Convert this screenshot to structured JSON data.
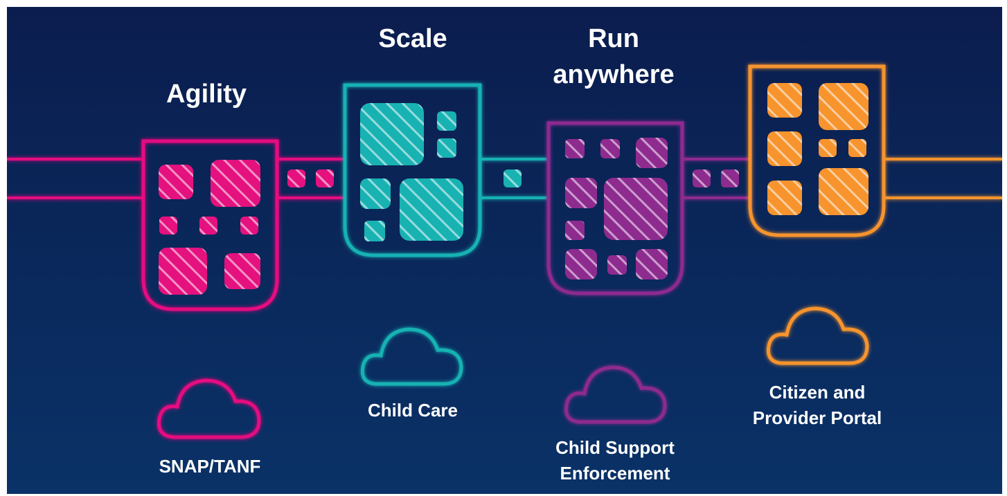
{
  "colors": {
    "background_top": "#0b1d4e",
    "background_bottom": "#0a3267",
    "magenta": "#e4117f",
    "teal": "#19b2b3",
    "purple": "#8e2b8f",
    "orange": "#f7942e"
  },
  "modules": [
    {
      "id": "agility",
      "heading": [
        "Agility"
      ],
      "program": [
        "SNAP/TANF"
      ],
      "color": "magenta",
      "icon": "cloud-icon"
    },
    {
      "id": "scale",
      "heading": [
        "Scale"
      ],
      "program": [
        "Child Care"
      ],
      "color": "teal",
      "icon": "cloud-icon"
    },
    {
      "id": "run-anywhere",
      "heading": [
        "Run",
        "anywhere"
      ],
      "program": [
        "Child Support",
        "Enforcement"
      ],
      "color": "purple",
      "icon": "cloud-icon"
    },
    {
      "id": "portal",
      "heading": [],
      "program": [
        "Citizen and",
        "Provider Portal"
      ],
      "color": "orange",
      "icon": "cloud-icon"
    }
  ]
}
